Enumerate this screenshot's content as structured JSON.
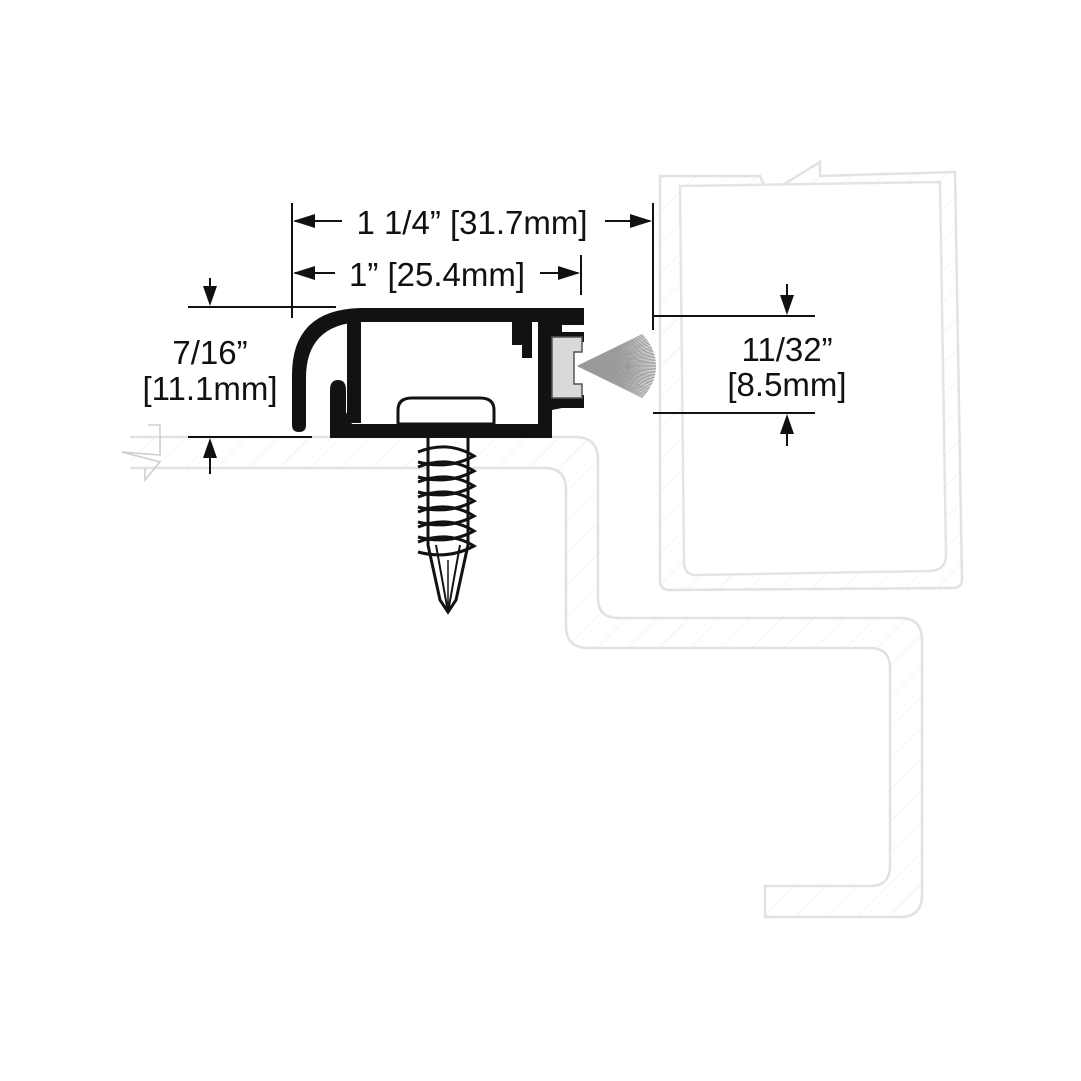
{
  "diagram": {
    "dimensions": {
      "overall_width": "1 1/4” [31.7mm]",
      "base_width": "1” [25.4mm]",
      "height_imperial": "7/16”",
      "height_metric": "[11.1mm]",
      "brush_imperial": "11/32”",
      "brush_metric": "[8.5mm]"
    },
    "colors": {
      "ink": "#111111",
      "ghost_outline": "#e2e2e2",
      "brush_gray": "#9a9a9a",
      "insert_gray": "#d9d9d9"
    },
    "icons": {
      "arrow": "arrow-head-icon",
      "screw": "self-drilling-screw-icon",
      "brush": "brush-seal-icon"
    }
  }
}
